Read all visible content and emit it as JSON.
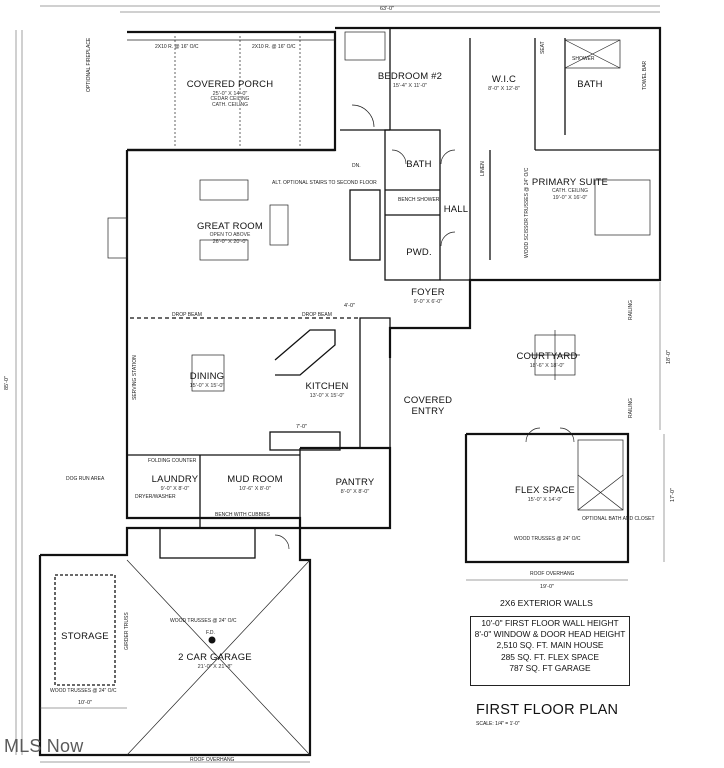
{
  "drawing": {
    "title": "FIRST FLOOR PLAN",
    "scale": "SCALE: 1/4\" = 1'-0\""
  },
  "rooms": {
    "covered_porch": {
      "name": "COVERED PORCH",
      "dims": "25'-0\" X 14'-0\"",
      "extra1": "CEDAR CEILING",
      "extra2": "CATH. CEILING"
    },
    "bedroom2": {
      "name": "BEDROOM #2",
      "dims": "15'-4\" X 11'-0\""
    },
    "wic": {
      "name": "W.I.C",
      "dims": "8'-0\" X 12'-8\""
    },
    "primary_bath": {
      "name": "BATH"
    },
    "primary_suite": {
      "name": "PRIMARY SUITE",
      "extra1": "CATH. CEILING",
      "dims": "19'-0\" X 16'-0\""
    },
    "great_room": {
      "name": "GREAT ROOM",
      "extra1": "OPEN TO ABOVE",
      "dims": "26'-0\" X 20'-0\""
    },
    "bath": {
      "name": "BATH"
    },
    "hall": {
      "name": "HALL"
    },
    "pwd": {
      "name": "PWD."
    },
    "foyer": {
      "name": "FOYER",
      "dims": "9'-0\" X 6'-0\""
    },
    "dining": {
      "name": "DINING",
      "dims": "15'-0\" X 15'-0\""
    },
    "kitchen": {
      "name": "KITCHEN",
      "dims": "13'-0\" X 15'-0\""
    },
    "courtyard": {
      "name": "COURTYARD",
      "dims": "18'-6\" X 18'-0\""
    },
    "covered_entry": {
      "name1": "COVERED",
      "name2": "ENTRY"
    },
    "laundry": {
      "name": "LAUNDRY",
      "dims": "9'-0\" X 8'-0\""
    },
    "mud_room": {
      "name": "MUD ROOM",
      "dims": "10'-6\" X 8'-0\""
    },
    "pantry": {
      "name": "PANTRY",
      "dims": "8'-0\" X 8'-0\""
    },
    "flex_space": {
      "name": "FLEX SPACE",
      "dims": "15'-0\" X 14'-0\""
    },
    "storage": {
      "name": "STORAGE"
    },
    "garage": {
      "name": "2 CAR GARAGE",
      "dims": "21'-0\" X 21'-8\""
    }
  },
  "notes": {
    "porch_beam_left": "2X10 R. @ 16\" O/C",
    "porch_beam_right": "2X10 R. @ 16\" O/C",
    "optional_fireplace": "OPTIONAL FIREPLACE",
    "stairs": "ALT. OPTIONAL STAIRS TO SECOND FLOOR",
    "dn": "DN.",
    "wood_scissor": "WOOD SCISSOR TRUSSES @ 24\" O/C",
    "drop_beam_left": "DROP BEAM",
    "drop_beam_right": "DROP BEAM",
    "serving_station": "SERVING STATION",
    "dog_run": "DOG RUN AREA",
    "folding_counter": "FOLDING COUNTER",
    "bench": "BENCH WITH CUBBIES",
    "dryer_washer": "DRYER/WASHER",
    "optional_bath": "OPTIONAL BATH AND CLOSET",
    "flex_trusses": "WOOD TRUSSES @ 24\" O/C",
    "roof_overhang_flex": "ROOF OVERHANG",
    "garage_trusses": "WOOD TRUSSES @ 24\" O/C",
    "storage_trusses": "WOOD TRUSSES @ 24\" O/C",
    "roof_overhang_garage": "ROOF OVERHANG",
    "girder_truss": "GIRDER TRUSS",
    "fd": "F.D.",
    "shower": "SHOWER",
    "towel_bar": "TOWEL BAR",
    "linen": "LINEN",
    "seat": "SEAT",
    "railing1": "RAILING",
    "railing2": "RAILING",
    "bench_shower": "BENCH SHOWER"
  },
  "dimensions": {
    "overall_top": "63'-0\"",
    "overall_left": "85'-0\"",
    "flex_width": "19'-0\"",
    "garage_left_width": "10'-0\"",
    "foyer_4": "4'-0\"",
    "kitchen_7": "7'-0\"",
    "courtyard_right": "18'-0\"",
    "flex_right": "17'-0\""
  },
  "spec": {
    "title": "2X6 EXTERIOR WALLS",
    "lines": [
      "10'-0\" FIRST FLOOR WALL HEIGHT",
      "8'-0\" WINDOW & DOOR HEAD HEIGHT",
      "2,510 SQ. FT. MAIN HOUSE",
      "285 SQ. FT. FLEX SPACE",
      "787 SQ. FT GARAGE"
    ]
  },
  "watermark": "MLS Now"
}
